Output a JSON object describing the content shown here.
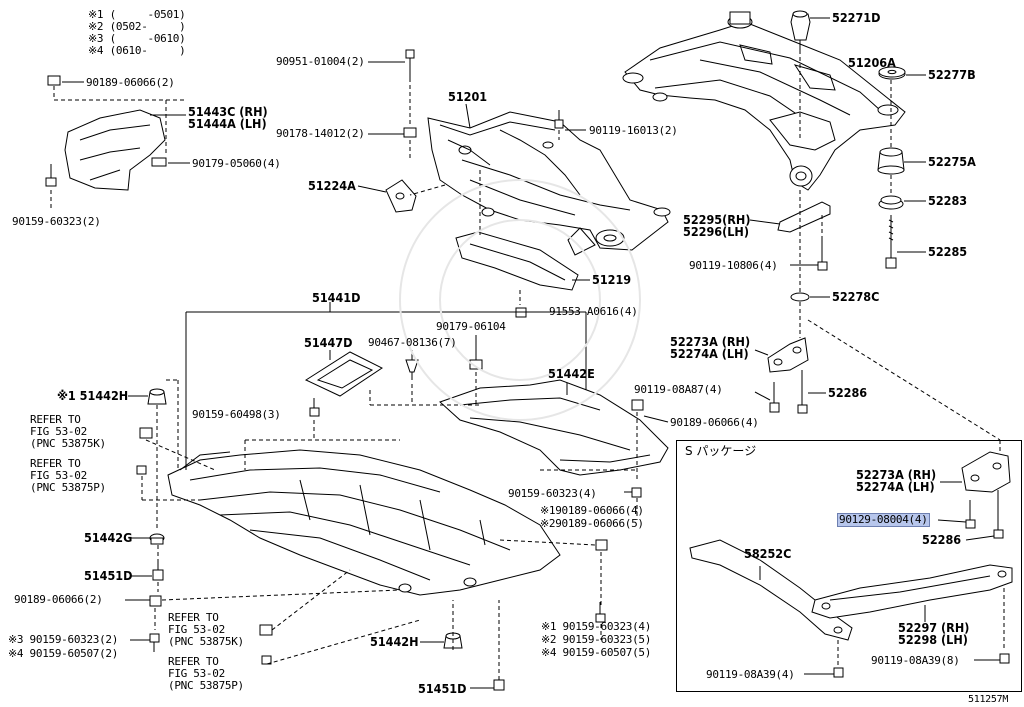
{
  "legend": [
    {
      "mark": "※1",
      "range": "(     -0501)"
    },
    {
      "mark": "※2",
      "range": "(0502-     )"
    },
    {
      "mark": "※3",
      "range": "(     -0610)"
    },
    {
      "mark": "※4",
      "range": "(0610-     )"
    }
  ],
  "package_box": {
    "title": "S パッケージ"
  },
  "figure_id": "511257M",
  "colors": {
    "line": "#000000",
    "highlight": "#b7c6ec",
    "part_fill": "#ffffff"
  },
  "labels": [
    {
      "id": "l-52271D",
      "text": "52271D",
      "big": true
    },
    {
      "id": "l-51206A",
      "text": "51206A",
      "big": true
    },
    {
      "id": "l-52277B",
      "text": "52277B",
      "big": true
    },
    {
      "id": "l-52275A",
      "text": "52275A",
      "big": true
    },
    {
      "id": "l-52283",
      "text": "52283",
      "big": true
    },
    {
      "id": "l-52285",
      "text": "52285",
      "big": true
    },
    {
      "id": "l-52278C",
      "text": "52278C",
      "big": true
    },
    {
      "id": "l-52295",
      "text": "52295(RH)\n52296(LH)",
      "big": true
    },
    {
      "id": "l-90119-10806",
      "text": "90119-10806(4)"
    },
    {
      "id": "l-52273A",
      "text": "52273A (RH)\n52274A (LH)",
      "big": true
    },
    {
      "id": "l-90119-08A87",
      "text": "90119-08A87(4)"
    },
    {
      "id": "l-52286",
      "text": "52286",
      "big": true
    },
    {
      "id": "l-90951",
      "text": "90951-01004(2)"
    },
    {
      "id": "l-51201",
      "text": "51201",
      "big": true
    },
    {
      "id": "l-90178",
      "text": "90178-14012(2)"
    },
    {
      "id": "l-90119-16013",
      "text": "90119-16013(2)"
    },
    {
      "id": "l-51224A",
      "text": "51224A",
      "big": true
    },
    {
      "id": "l-51219",
      "text": "51219",
      "big": true
    },
    {
      "id": "l-91553",
      "text": "91553-A0616(4)"
    },
    {
      "id": "l-90189-top",
      "text": "90189-06066(2)"
    },
    {
      "id": "l-51443C",
      "text": "51443C (RH)\n51444A (LH)",
      "big": true
    },
    {
      "id": "l-90179-05060",
      "text": "90179-05060(4)"
    },
    {
      "id": "l-90159-60323-top",
      "text": "90159-60323(2)"
    },
    {
      "id": "l-51441D",
      "text": "51441D",
      "big": true
    },
    {
      "id": "l-51447D",
      "text": "51447D",
      "big": true
    },
    {
      "id": "l-90467",
      "text": "90467-08136(7)"
    },
    {
      "id": "l-90179-06104",
      "text": "90179-06104"
    },
    {
      "id": "l-51442E",
      "text": "51442E",
      "big": true
    },
    {
      "id": "l-51442H-a",
      "text": "※1 51442H",
      "big": true
    },
    {
      "id": "l-90159-60498",
      "text": "90159-60498(3)"
    },
    {
      "id": "l-90189-06066-4",
      "text": "90189-06066(4)"
    },
    {
      "id": "l-refer-1",
      "text": "REFER TO\nFIG 53-02\n(PNC 53875K)"
    },
    {
      "id": "l-refer-2",
      "text": "REFER TO\nFIG 53-02\n(PNC 53875P)"
    },
    {
      "id": "l-90159-60323-4",
      "text": "90159-60323(4)"
    },
    {
      "id": "l-90189-x1",
      "text": "※190189-06066(4)"
    },
    {
      "id": "l-90189-x2",
      "text": "※290189-06066(5)"
    },
    {
      "id": "l-51442G",
      "text": "51442G",
      "big": true
    },
    {
      "id": "l-51451D-a",
      "text": "51451D",
      "big": true
    },
    {
      "id": "l-90189-06066-2",
      "text": "90189-06066(2)"
    },
    {
      "id": "l-refer-3",
      "text": "REFER TO\nFIG 53-02\n(PNC 53875K)"
    },
    {
      "id": "l-refer-4",
      "text": "REFER TO\nFIG 53-02\n(PNC 53875P)"
    },
    {
      "id": "l-x3-60323",
      "text": "※3 90159-60323(2)"
    },
    {
      "id": "l-x4-60507",
      "text": "※4 90159-60507(2)"
    },
    {
      "id": "l-51442H-b",
      "text": "51442H",
      "big": true
    },
    {
      "id": "l-51451D-b",
      "text": "51451D",
      "big": true
    },
    {
      "id": "l-x1-60323",
      "text": "※1 90159-60323(4)"
    },
    {
      "id": "l-x2-60323",
      "text": "※2 90159-60323(5)"
    },
    {
      "id": "l-x4-60507-5",
      "text": "※4 90159-60507(5)"
    },
    {
      "id": "l-52273A-s",
      "text": "52273A (RH)\n52274A (LH)",
      "big": true
    },
    {
      "id": "l-90129",
      "text": "90129-08004(4)",
      "highlight": true
    },
    {
      "id": "l-52286-s",
      "text": "52286",
      "big": true
    },
    {
      "id": "l-58252C",
      "text": "58252C",
      "big": true
    },
    {
      "id": "l-52297",
      "text": "52297 (RH)\n52298 (LH)",
      "big": true
    },
    {
      "id": "l-90119-08A39-4",
      "text": "90119-08A39(4)"
    },
    {
      "id": "l-90119-08A39-8",
      "text": "90119-08A39(8)"
    }
  ]
}
